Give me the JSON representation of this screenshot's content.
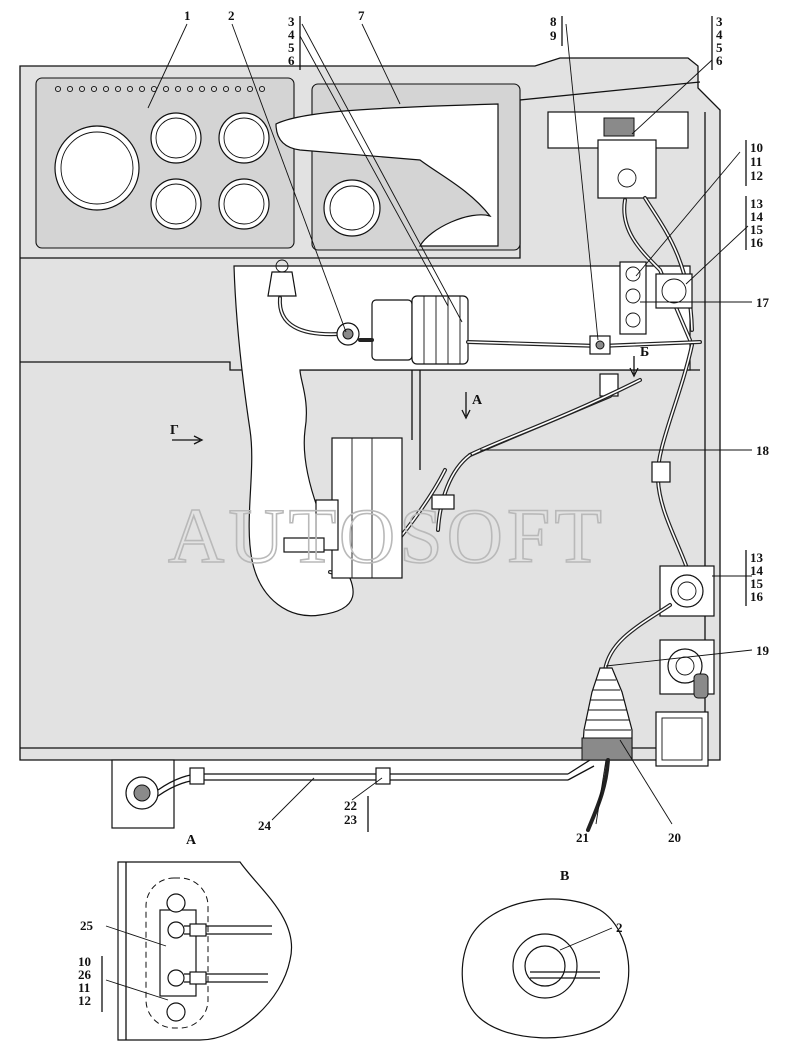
{
  "watermark": "AUTOSOFT",
  "views": {
    "view_a": "А",
    "view_b": "Б",
    "view_v": "В",
    "view_g": "Г"
  },
  "callouts": {
    "c1": "1",
    "c2": "2",
    "c7": "7",
    "c3456_left": [
      "3",
      "4",
      "5",
      "6"
    ],
    "c89": [
      "8",
      "9"
    ],
    "c3456_right": [
      "3",
      "4",
      "5",
      "6"
    ],
    "c101112": [
      "10",
      "11",
      "12"
    ],
    "c13to16_top": [
      "13",
      "14",
      "15",
      "16"
    ],
    "c17": "17",
    "c18": "18",
    "c13to16_mid": [
      "13",
      "14",
      "15",
      "16"
    ],
    "c19": "19",
    "c20": "20",
    "c21": "21",
    "c2223": [
      "22",
      "23"
    ],
    "c24": "24",
    "c25": "25",
    "c10261112": [
      "10",
      "26",
      "11",
      "12"
    ],
    "c2_detail": "2"
  }
}
